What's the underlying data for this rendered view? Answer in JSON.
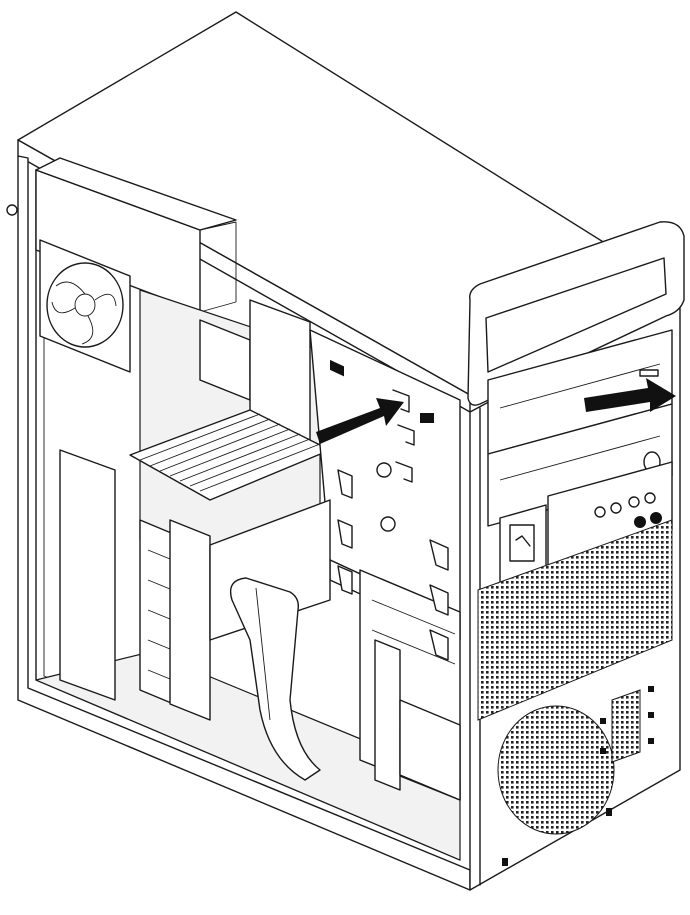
{
  "figure": {
    "colors": {
      "line": "#1a1a1a",
      "background": "#ffffff",
      "arrow": "#111111"
    },
    "arrows": [
      {
        "name": "arrow-insert",
        "direction": "left-to-right"
      },
      {
        "name": "arrow-remove",
        "direction": "left-to-right"
      }
    ]
  }
}
